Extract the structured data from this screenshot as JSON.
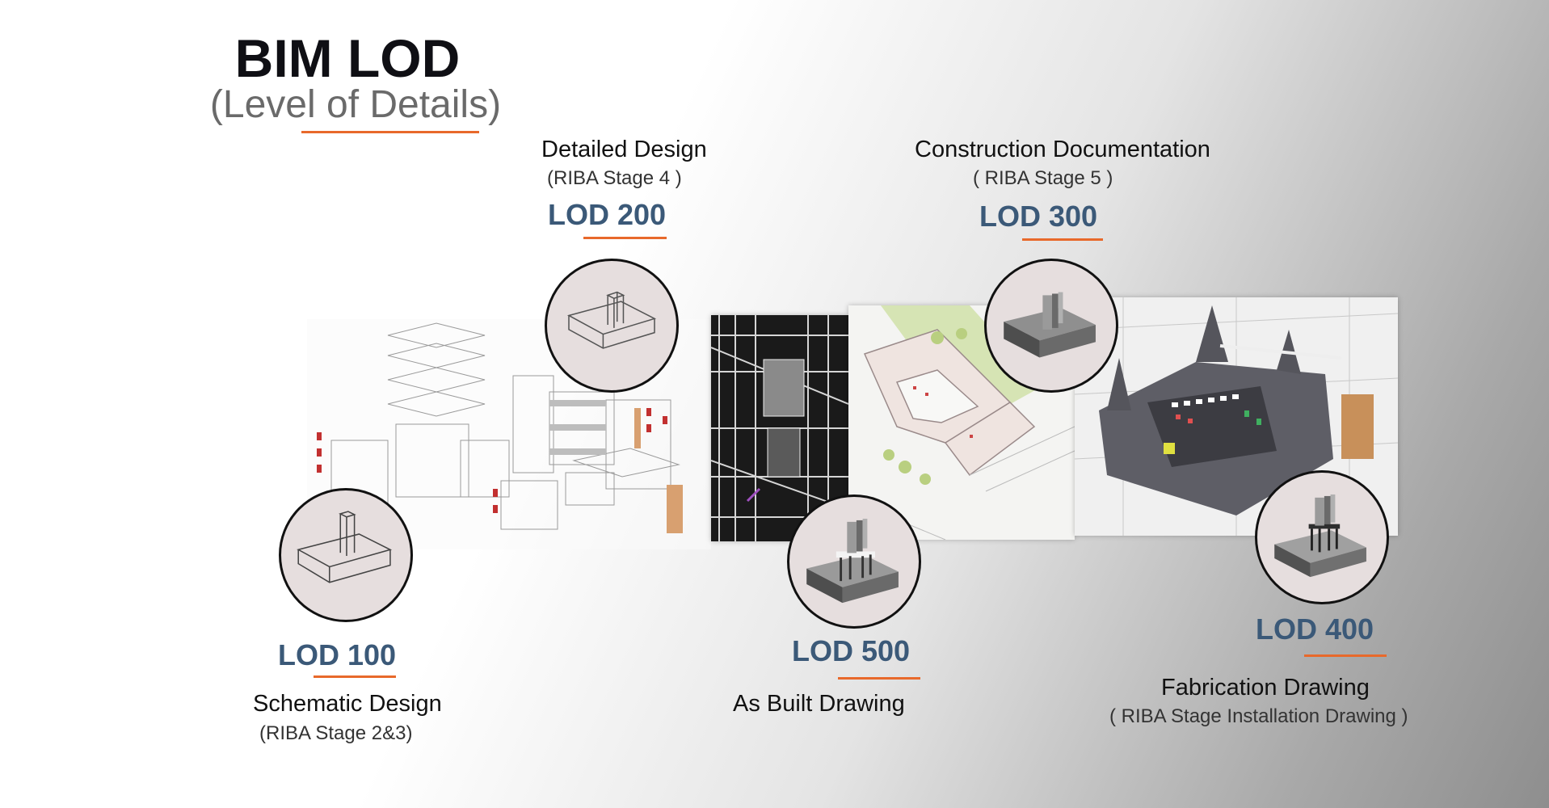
{
  "header": {
    "title": "BIM LOD",
    "subtitle": "(Level of Details)"
  },
  "stages": {
    "lod100": {
      "lod": "LOD 100",
      "name": "Schematic Design",
      "riba": "(RIBA Stage 2&3)"
    },
    "lod200": {
      "lod": "LOD 200",
      "name": "Detailed Design",
      "riba": "(RIBA Stage 4 )"
    },
    "lod300": {
      "lod": "LOD 300",
      "name": "Construction Documentation",
      "riba": "( RIBA Stage 5 )"
    },
    "lod400": {
      "lod": "LOD 400",
      "name": "Fabrication Drawing",
      "riba": "( RIBA Stage Installation Drawing )"
    },
    "lod500": {
      "lod": "LOD 500",
      "name": "As Built Drawing"
    }
  },
  "colors": {
    "accent": "#e8692b",
    "lod_text": "#3b5978",
    "circle_fill": "#e6dede"
  },
  "icons": {
    "lod100": "footing-wireframe-icon",
    "lod200": "footing-sketch-icon",
    "lod300": "footing-solid-icon",
    "lod400": "footing-anchor-bolts-icon",
    "lod500": "footing-as-built-icon"
  }
}
